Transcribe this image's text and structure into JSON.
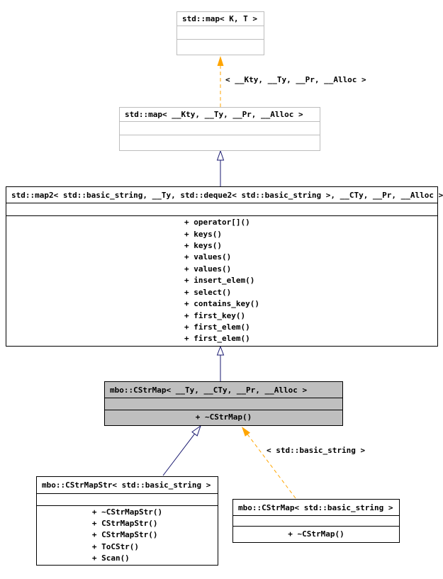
{
  "diagram": {
    "kind": "uml-class-inheritance-graph",
    "colors": {
      "background": "#ffffff",
      "node_border": "#000000",
      "external_node_border": "#bdbdbd",
      "highlight_fill": "#bfbfbf",
      "inheritance_edge": "#191970",
      "template_edge": "#ffa500",
      "text": "#000000"
    },
    "nodes": [
      {
        "title": "std::map< K, T >",
        "methods": []
      },
      {
        "title": "std::map< __Kty, __Ty, __Pr, __Alloc >",
        "methods": []
      },
      {
        "title": "std::map2< std::basic_string, __Ty, std::deque2< std::basic_string >, __CTy, __Pr, __Alloc >",
        "methods": [
          "+ operator[]()",
          "+ keys()",
          "+ keys()",
          "+ values()",
          "+ values()",
          "+ insert_elem()",
          "+ select()",
          "+ contains_key()",
          "+ first_key()",
          "+ first_elem()",
          "+ first_elem()"
        ]
      },
      {
        "title": "mbo::CStrMap< __Ty, __CTy, __Pr, __Alloc >",
        "methods": [
          "+ ~CStrMap()"
        ]
      },
      {
        "title": "mbo::CStrMapStr< std::basic_string >",
        "methods": [
          "+ ~CStrMapStr()",
          "+ CStrMapStr()",
          "+ CStrMapStr()",
          "+ ToCStr()",
          "+ Scan()"
        ]
      },
      {
        "title": "mbo::CStrMap< std::basic_string >",
        "methods": [
          "+ ~CStrMap()"
        ]
      }
    ],
    "edges": [
      {
        "type": "template-instantiation",
        "from": "std::map< __Kty, __Ty, __Pr, __Alloc >",
        "to": "std::map< K, T >",
        "label": "< __Kty, __Ty, __Pr, __Alloc >"
      },
      {
        "type": "inheritance",
        "from": "std::map2< std::basic_string, __Ty, std::deque2< std::basic_string >, __CTy, __Pr, __Alloc >",
        "to": "std::map< __Kty, __Ty, __Pr, __Alloc >",
        "label": ""
      },
      {
        "type": "inheritance",
        "from": "mbo::CStrMap< __Ty, __CTy, __Pr, __Alloc >",
        "to": "std::map2< std::basic_string, __Ty, std::deque2< std::basic_string >, __CTy, __Pr, __Alloc >",
        "label": ""
      },
      {
        "type": "inheritance",
        "from": "mbo::CStrMapStr< std::basic_string >",
        "to": "mbo::CStrMap< __Ty, __CTy, __Pr, __Alloc >",
        "label": ""
      },
      {
        "type": "template-instantiation",
        "from": "mbo::CStrMap< std::basic_string >",
        "to": "mbo::CStrMap< __Ty, __CTy, __Pr, __Alloc >",
        "label": "< std::basic_string >"
      }
    ]
  }
}
